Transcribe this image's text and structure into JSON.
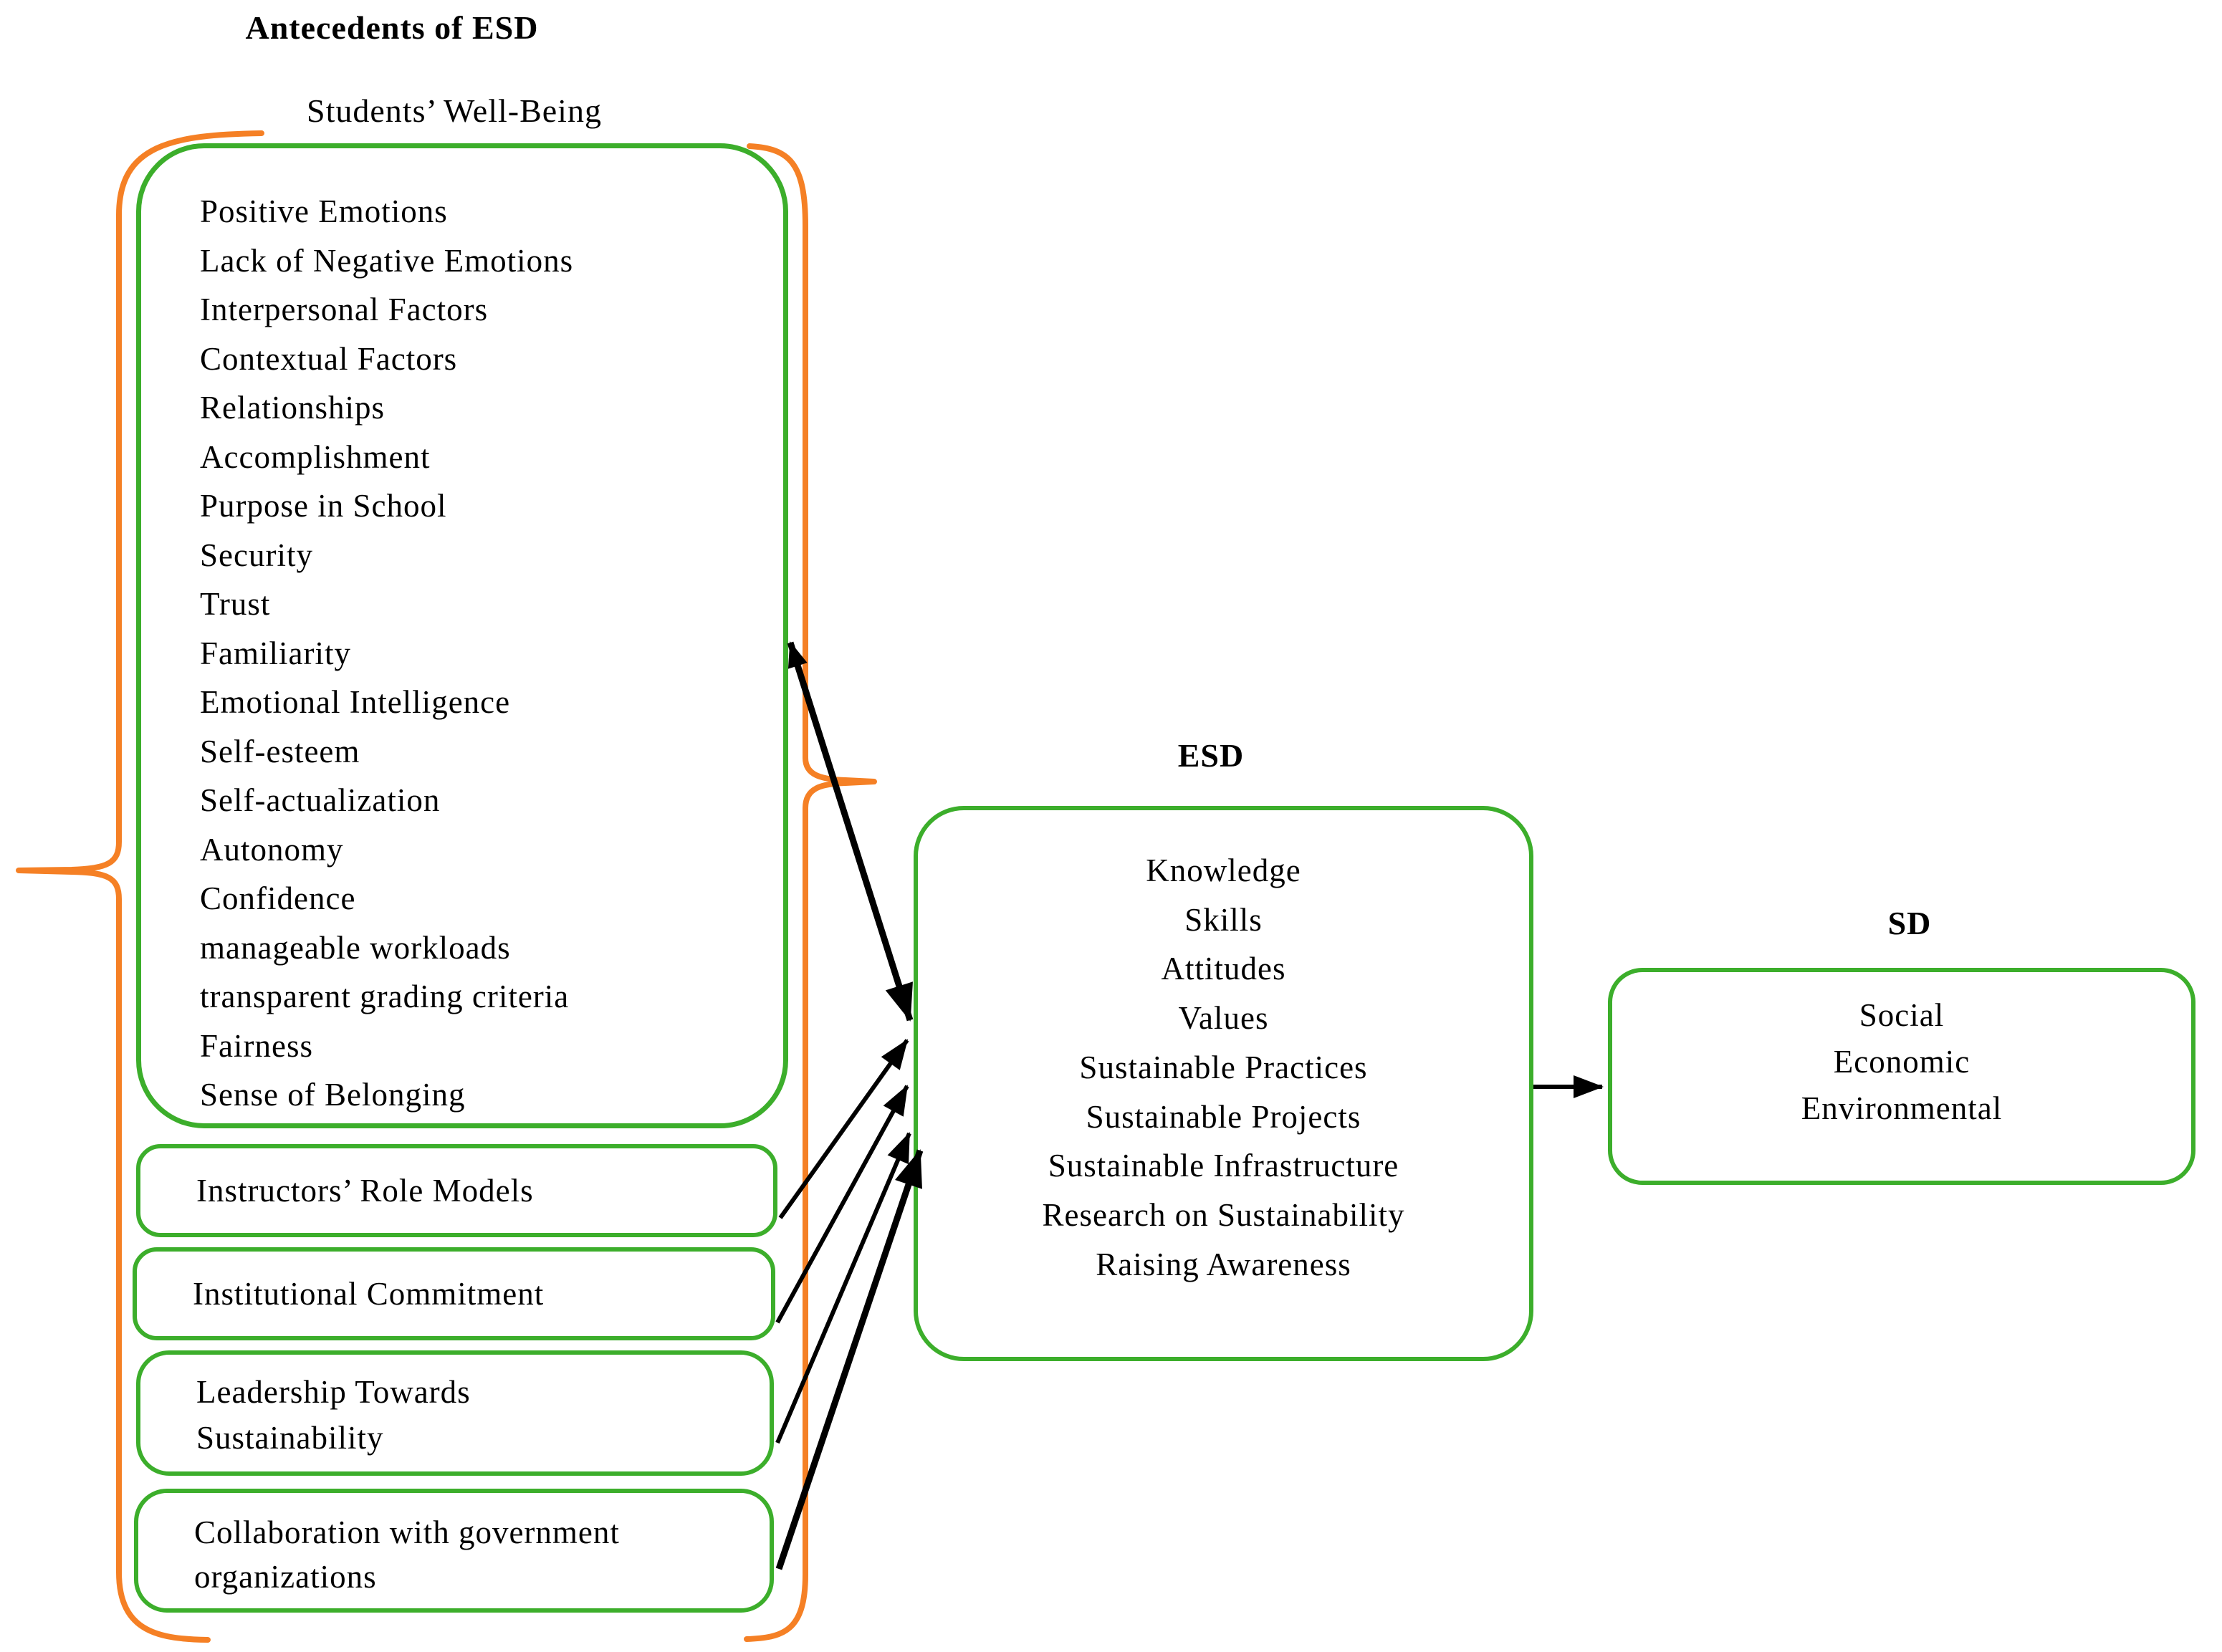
{
  "colors": {
    "green": "#3cae2b",
    "orange": "#f58025",
    "black": "#000000",
    "bg": "#ffffff"
  },
  "titles": {
    "main": "Antecedents of ESD",
    "wellbeing": "Students’ Well-Being",
    "esd": "ESD",
    "sd": "SD"
  },
  "wellbeing_box": {
    "items": [
      "Positive  Emotions",
      "Lack of Negative Emotions",
      "Interpersonal Factors",
      "Contextual Factors",
      "Relationships",
      "Accomplishment",
      "Purpose in School",
      "Security",
      "Trust",
      "Familiarity",
      "Emotional Intelligence",
      "Self-esteem",
      "Self-actualization",
      "Autonomy",
      "Confidence",
      "manageable workloads",
      "transparent grading criteria",
      "Fairness",
      "Sense of Belonging"
    ]
  },
  "antecedent_boxes": [
    {
      "label": "Instructors’ Role Models"
    },
    {
      "label": "Institutional Commitment"
    },
    {
      "label": "Leadership Towards Sustainability"
    },
    {
      "label": "Collaboration with government organizations"
    }
  ],
  "esd_box": {
    "items": [
      "Knowledge",
      "Skills",
      "Attitudes",
      "Values",
      "Sustainable Practices",
      "Sustainable Projects",
      "Sustainable Infrastructure",
      "Research on Sustainability",
      "Raising Awareness"
    ]
  },
  "sd_box": {
    "items": [
      "Social",
      "Economic",
      "Environmental"
    ]
  }
}
